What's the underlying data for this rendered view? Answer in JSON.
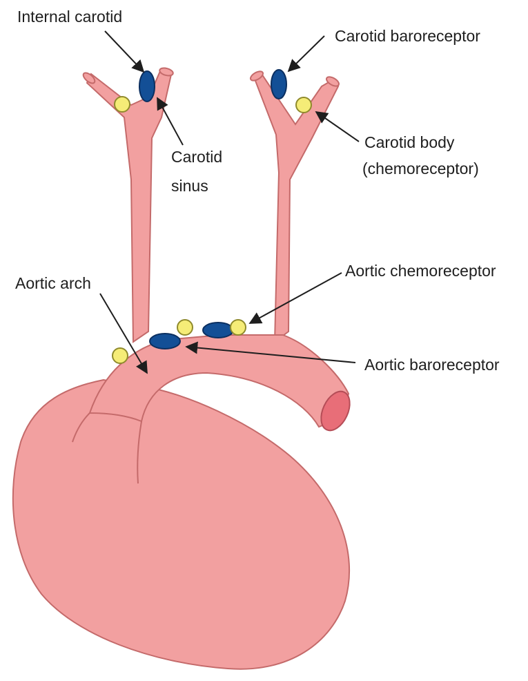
{
  "colors": {
    "vessel_fill": "#f2a0a0",
    "vessel_outline": "#c46a6a",
    "baroreceptor": "#134f96",
    "chemoreceptor": "#f5ec77",
    "text": "#1e1e1e"
  },
  "labels": {
    "internal_carotid": "Internal carotid",
    "carotid_baroreceptor": "Carotid baroreceptor",
    "carotid_sinus_line1": "Carotid",
    "carotid_sinus_line2": "sinus",
    "carotid_body_line1": "Carotid body",
    "carotid_body_line2": "(chemoreceptor)",
    "aortic_arch": "Aortic arch",
    "aortic_chemoreceptor": "Aortic chemoreceptor",
    "aortic_baroreceptor": "Aortic baroreceptor"
  },
  "legend_icons": {
    "baroreceptor": "blue-oval-icon",
    "chemoreceptor": "yellow-circle-icon"
  }
}
